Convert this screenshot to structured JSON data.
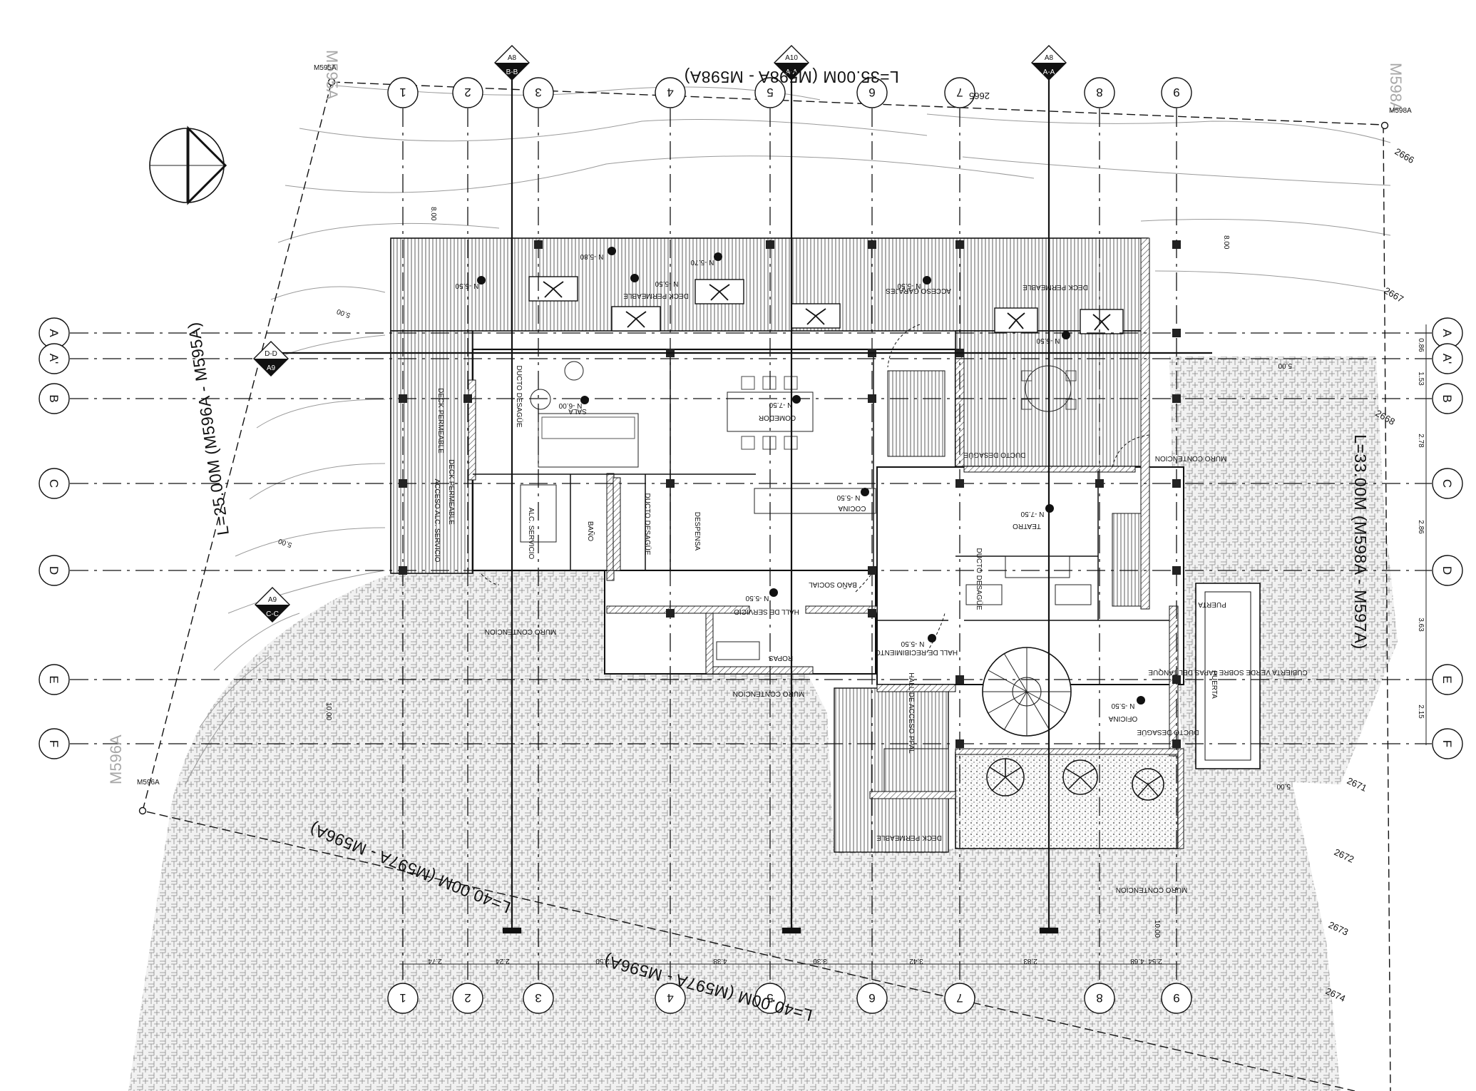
{
  "axes": {
    "numbers": [
      "1",
      "2",
      "3",
      "4",
      "5",
      "6",
      "7",
      "8",
      "9"
    ],
    "letters": [
      "A",
      "A'",
      "B",
      "C",
      "D",
      "E",
      "F"
    ]
  },
  "section_markers": [
    {
      "id": "B-B",
      "ref": "A8"
    },
    {
      "id": "A-A",
      "ref": "A10"
    },
    {
      "id": "A-A",
      "ref": "A8"
    },
    {
      "id": "D-D",
      "ref": "A9"
    },
    {
      "id": "C-C",
      "ref": "A9"
    }
  ],
  "boundaries": {
    "top": "L=35.00M (M598A - M598A)",
    "left": "L=25.00M (M596A - M595A)",
    "right": "L=33.00M (M598A - M597A)",
    "bottom_1": "L=40.00M (M597A - M596A)",
    "bottom_2": "L=40.00M (M597A - M596A)"
  },
  "monuments": {
    "top_left": "M595A",
    "top_right": "M598A",
    "bottom_left": "M596A",
    "small_top_left": "M595A",
    "small_top_right": "M598A",
    "small_bottom_left": "M596A"
  },
  "contours": [
    "2665",
    "2666",
    "2667",
    "2668",
    "2671",
    "2672",
    "2673",
    "2674"
  ],
  "rooms": {
    "sala": "SALA",
    "comedor": "COMEDOR",
    "cocina": "COCINA",
    "despensa": "DESPENSA",
    "teatro": "TEATRO",
    "oficina": "OFICINA",
    "alc_servicio": "ALC. SERVICIO",
    "bano": "BAÑO",
    "bano_social": "BAÑO SOCIAL",
    "ropas": "ROPAS",
    "hall_servicio": "HALL DE SERVICIO",
    "hall_recibimiento": "HALL DE RECIBIMIENTO",
    "hall_acceso": "HALL DE ACCESO PPAL",
    "acceso_servicio": "ACCESO ALC. SERVICIO",
    "acceso_garajes": "ACCESO GARAJES",
    "deck_permeable_1": "DECK PERMEABLE",
    "deck_permeable_2": "DECK PERMEABLE",
    "deck_permeable_3": "DECK PERMEABLE",
    "deck_permeable_4": "DECK PERMEABLE",
    "deck_permeable_5": "DECK PERMEABLE",
    "ducto_desague_1": "DUCTO DESAGÜE",
    "ducto_desague_2": "DUCTO DESAGÜE",
    "ducto_desague_3": "DUCTO DESAGÜE",
    "ducto_desague_4": "DUCTO DESAGÜE",
    "ducto_desague_5": "DUCTO DESAGÜE",
    "muro_contencion_1": "MURO CONTENCION",
    "muro_contencion_2": "MURO CONTENCION",
    "muro_contencion_3": "MURO CONTENCION",
    "muro_contencion_4": "MURO CONTENCION",
    "cubierta": "CUBIERTA VERDE SOBRE TAPAS DEL TANQUE",
    "puerta_1": "PUERTA",
    "puerta_2": "PUERTA"
  },
  "levels": {
    "n550_a": "N -5.50",
    "n550_b": "N -5.50",
    "n550_c": "N -5.50",
    "n550_d": "N -5.50",
    "n550_e": "N -5.50",
    "n550_f": "N -5.50",
    "n550_g": "N -5.50",
    "n600": "N -6.00",
    "n750_a": "N -7.50",
    "n750_b": "N -7.50",
    "n550_h": "N -5.50",
    "n570": "N -5.70",
    "n580": "N -5.80"
  },
  "dims_right": [
    "0.86",
    "1.53",
    "2.78",
    "2.86",
    "3.63",
    "2.15"
  ],
  "dims_bottom": [
    "2.74",
    "2.24",
    "2.50",
    "4.38",
    "3.30",
    "3.42",
    "2.83",
    "4.68",
    "2.54"
  ],
  "dims_misc": {
    "d500_a": "5.00",
    "d500_b": "5.00",
    "d500_c": "5.00",
    "d500_d": "5.00",
    "d800_a": "8.00",
    "d800_b": "8.00",
    "d1000_a": "10.00",
    "d1000_b": "10.00"
  }
}
